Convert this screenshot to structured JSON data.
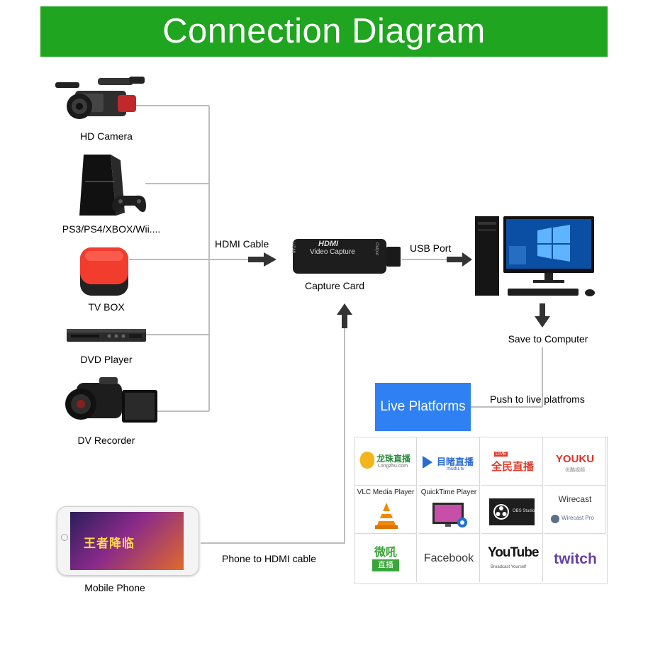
{
  "title": "Connection Diagram",
  "sources": [
    {
      "label": "HD Camera",
      "icon": "video-camera-icon"
    },
    {
      "label": "PS3/PS4/XBOX/Wii....",
      "icon": "game-console-icon"
    },
    {
      "label": "TV BOX",
      "icon": "tv-box-icon"
    },
    {
      "label": "DVD Player",
      "icon": "dvd-player-icon"
    },
    {
      "label": "DV Recorder",
      "icon": "camcorder-icon"
    }
  ],
  "connections": {
    "hdmi_cable": "HDMI Cable",
    "usb_port": "USB Port",
    "save": "Save to Computer",
    "push": "Push to live platfroms",
    "phone_cable": "Phone to HDMI cable"
  },
  "capture_card": {
    "label": "Capture Card",
    "brand_text": "HDMI",
    "product_text": "Video Capture",
    "side_left": "HDMI",
    "side_right": "Output"
  },
  "computer": {
    "icon": "desktop-computer-icon"
  },
  "mobile": {
    "label": "Mobile Phone",
    "screen_text": "王者降临"
  },
  "live_platforms": {
    "title": "Live Platforms",
    "platforms": [
      {
        "name": "龙珠直播",
        "sub": "Longzhu.com",
        "color": "#2c8c3c"
      },
      {
        "name": "目睹直播",
        "sub": "mudu.tv",
        "color": "#2a6ad4"
      },
      {
        "name": "全民直播",
        "sub": "LIVE",
        "color": "#e23b2a"
      },
      {
        "name": "YOUKU",
        "sub": "优酷视频",
        "color": "#e0302a"
      },
      {
        "name": "VLC Media Player",
        "sub": "",
        "color": "#f08a00"
      },
      {
        "name": "QuickTime Player",
        "sub": "",
        "color": "#1f6fd6"
      },
      {
        "name": "OBS Studio",
        "sub": "",
        "color": "#222222"
      },
      {
        "name": "Wirecast",
        "sub": "Wirecast Pro",
        "color": "#5a6f88"
      },
      {
        "name": "微吼",
        "sub": "直播",
        "color": "#3aa53a"
      },
      {
        "name": "Facebook",
        "sub": "",
        "color": "#333333"
      },
      {
        "name": "YouTube",
        "sub": "Broadcast Yourself",
        "color": "#d9231c"
      },
      {
        "name": "twitch",
        "sub": "",
        "color": "#6441a4"
      }
    ]
  }
}
